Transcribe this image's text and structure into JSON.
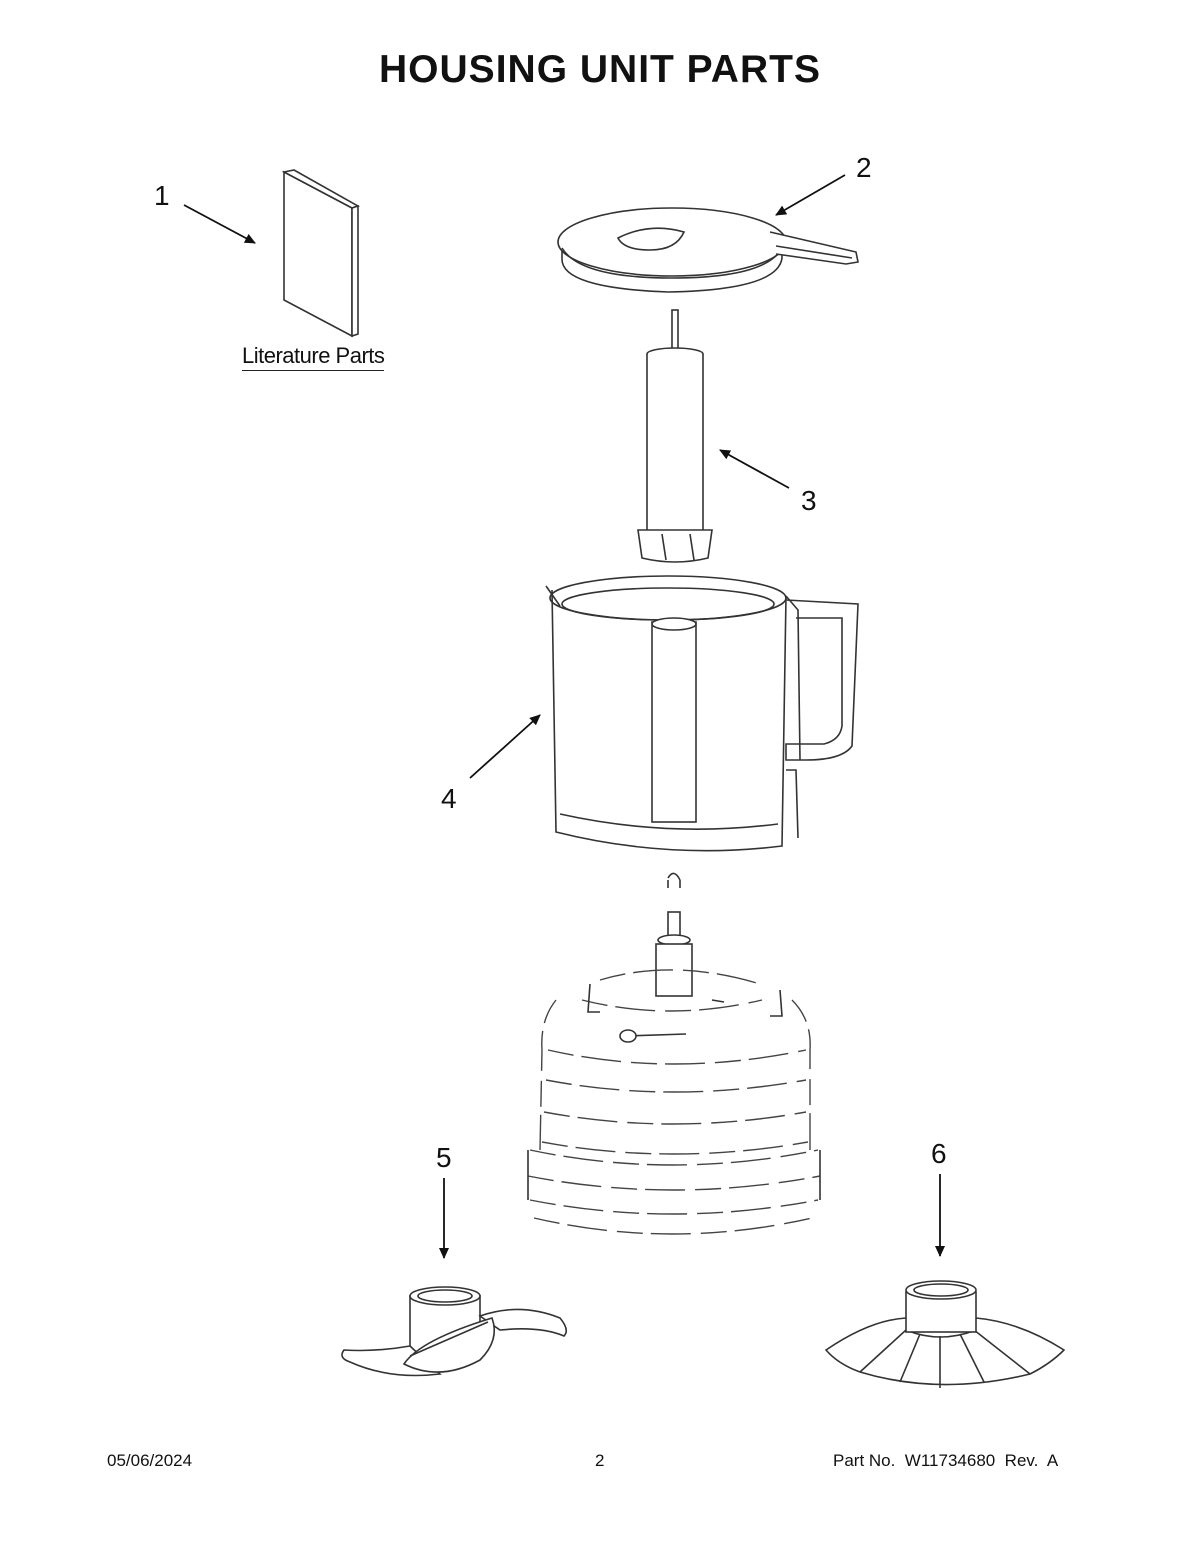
{
  "page": {
    "title": "HOUSING UNIT PARTS",
    "literature_label": "Literature Parts"
  },
  "callouts": [
    "1",
    "2",
    "3",
    "4",
    "5",
    "6"
  ],
  "footer": {
    "date": "05/06/2024",
    "page_number": "2",
    "part_number": "Part No.  W11734680  Rev.  A"
  }
}
